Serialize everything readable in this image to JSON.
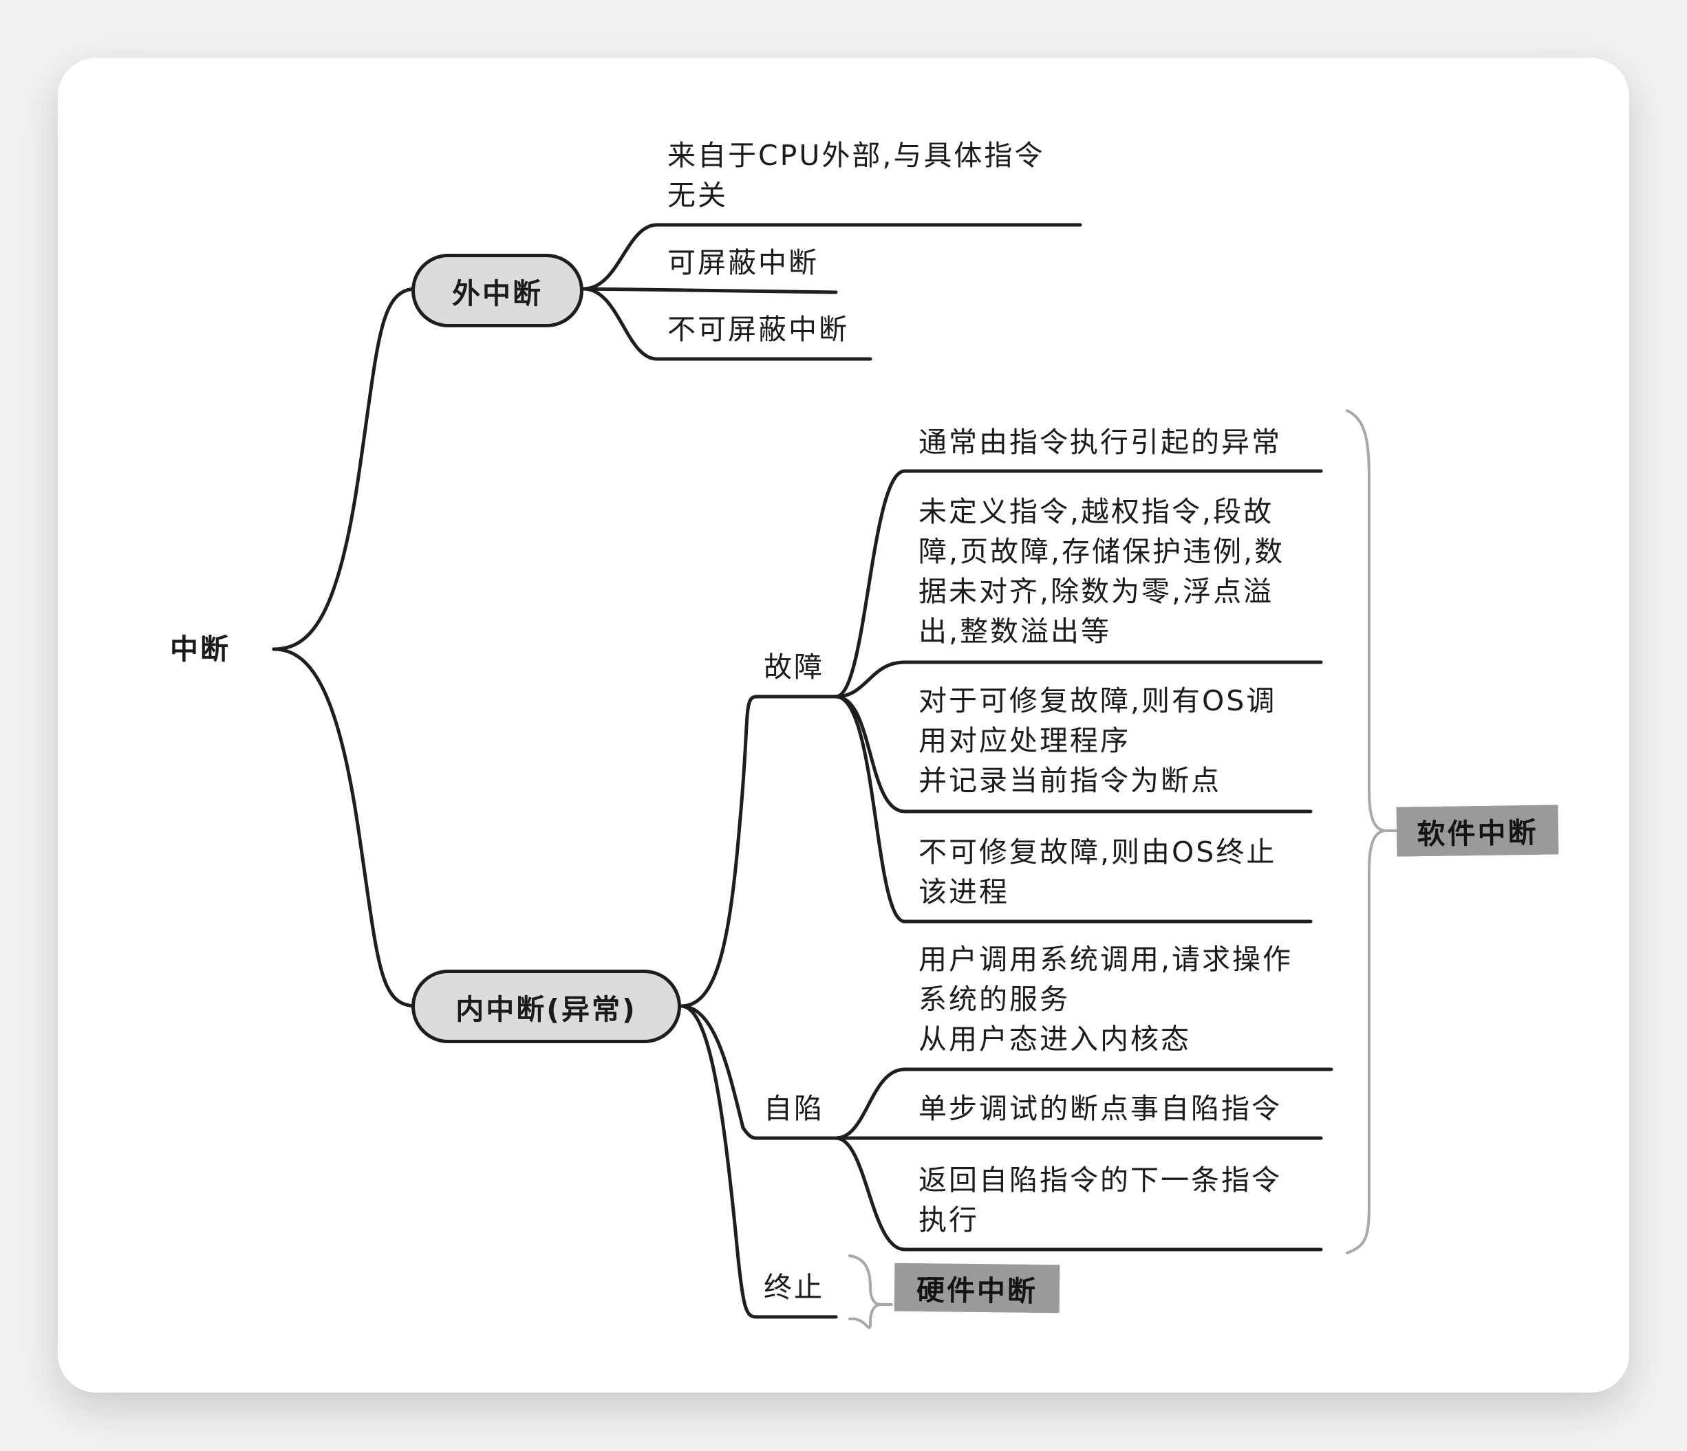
{
  "root": {
    "label": "中断"
  },
  "external": {
    "label": "外中断",
    "children": [
      "来自于CPU外部,与具体指令\n无关",
      "可屏蔽中断",
      "不可屏蔽中断"
    ]
  },
  "internal": {
    "label": "内中断(异常)",
    "fault": {
      "label": "故障",
      "children": [
        "通常由指令执行引起的异常",
        "未定义指令,越权指令,段故\n障,页故障,存储保护违例,数\n据未对齐,除数为零,浮点溢\n出,整数溢出等",
        "对于可修复故障,则有OS调\n用对应处理程序\n并记录当前指令为断点",
        "不可修复故障,则由OS终止\n该进程"
      ]
    },
    "trap": {
      "label": "自陷",
      "children": [
        "用户调用系统调用,请求操作\n系统的服务\n从用户态进入内核态",
        "单步调试的断点事自陷指令",
        "返回自陷指令的下一条指令\n执行"
      ]
    },
    "abort": {
      "label": "终止"
    }
  },
  "summaries": {
    "software_interrupt": "软件中断",
    "hardware_interrupt": "硬件中断"
  },
  "colors": {
    "background": "#f1f1f1",
    "card": "#ffffff",
    "line": "#1e1e1e",
    "bracket": "#a8a8a8",
    "pill_fill": "#dcdcdc",
    "tag_fill": "#9a9a9a"
  }
}
